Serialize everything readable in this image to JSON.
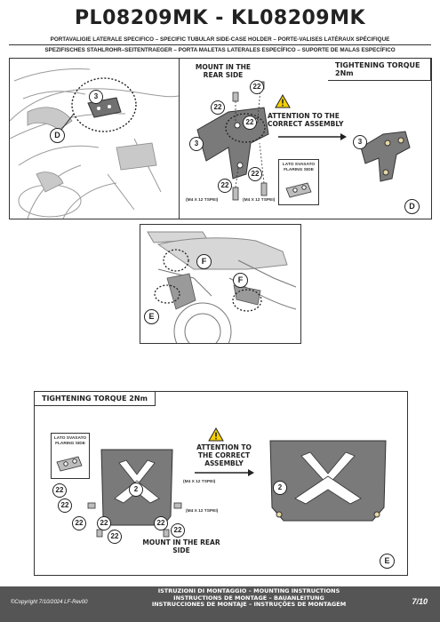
{
  "header": {
    "title": "PL08209MK - KL08209MK",
    "subtitle_line1": "PORTAVALIGIE LATERALE SPECIFICO  –  SPECIFIC TUBULAR SIDE-CASE HOLDER  –  PORTE-VALISES LATÉRAUX SPÉCIFIQUE",
    "subtitle_line2": "SPEZIFISCHES STAHLROHR–SEITENTRAEGER – PORTA MALETAS LATERALES ESPECÍFICO – SUPORTE DE MALAS ESPECÍFICO"
  },
  "top_panel": {
    "left": {
      "part_number": "3",
      "detail_letter": "D"
    },
    "middle": {
      "mount_label": "MOUNT IN THE REAR SIDE",
      "parts": [
        "22",
        "22",
        "22",
        "22",
        "22",
        "3"
      ],
      "attention_label": "ATTENTION TO THE CORRECT ASSEMBLY",
      "flared_label": "LATO SVASATO FLARING SIDE",
      "screw_label_1": "(M4 X 12 TSPEI)",
      "screw_label_2": "(M4 X 12 TSPEI)"
    },
    "right": {
      "torque_label": "TIGHTENING TORQUE 2Nm",
      "part_number": "3",
      "detail_letter": "D"
    }
  },
  "middle_panel": {
    "callouts": [
      "F",
      "F",
      "E"
    ]
  },
  "bottom_panel": {
    "torque_label": "TIGHTENING TORQUE 2Nm",
    "flared_label": "LATO SVASATO FLARING SIDE",
    "attention_label": "ATTENTION TO THE CORRECT ASSEMBLY",
    "mount_label": "MOUNT IN THE REAR SIDE",
    "screw_label_1": "(M4 X 12 TSPEI)",
    "screw_label_2": "(M4 X 12 TSPEI)",
    "part_left": "2",
    "part_right": "2",
    "parts_22": [
      "22",
      "22",
      "22",
      "22",
      "22",
      "22",
      "22"
    ],
    "detail_letter": "E"
  },
  "footer": {
    "copyright": "©Copyright 7/10/2024 LF-Rev00",
    "line1": "ISTRUZIONI DI MONTAGGIO  –  MOUNTING INSTRUCTIONS",
    "line2": "INSTRUCTIONS DE MONTAGE – BAUANLEITUNG",
    "line3": "INSTRUCCIONES DE MONTAJE – INSTRUÇÕES DE MONTAGEM",
    "page": "7/10"
  },
  "colors": {
    "footer_bg": "#555555",
    "warning_yellow": "#f5d000",
    "part_gray": "#7a7a7a"
  }
}
